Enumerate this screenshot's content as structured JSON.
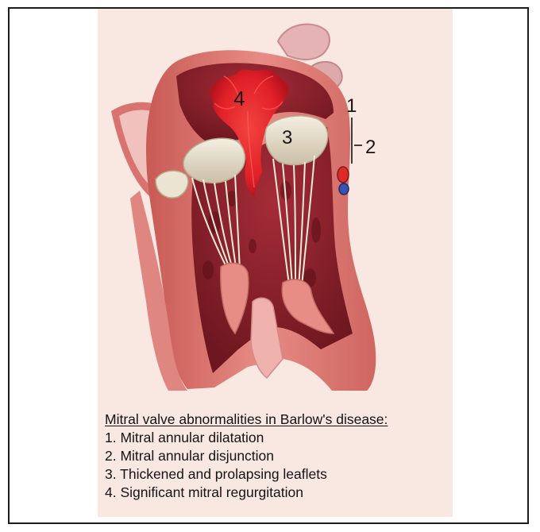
{
  "labels": {
    "one": "1",
    "two": "2",
    "three": "3",
    "four": "4"
  },
  "caption": {
    "title": "Mitral valve abnormalities in Barlow's disease:",
    "items": [
      "1. Mitral annular dilatation",
      "2. Mitral annular disjunction",
      "3. Thickened and prolapsing leaflets",
      "4. Significant mitral regurgitation"
    ]
  },
  "colors": {
    "panel_background": "#f9e7e1",
    "myocardium": "#df7f79",
    "chamber": "#8e2430",
    "regurgitation_jet": "#e8262e",
    "leaflet": "#e3dccb",
    "chordae": "#f3ecd9"
  }
}
